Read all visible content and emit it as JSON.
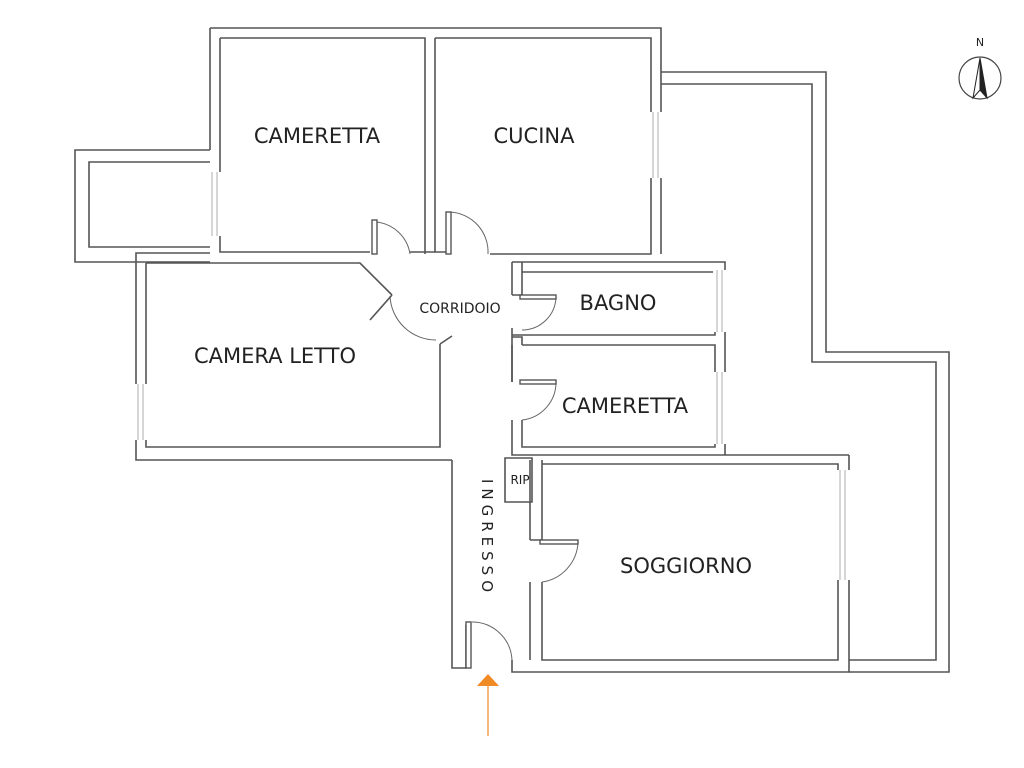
{
  "rooms": {
    "cameretta_top": "CAMERETTA",
    "cucina": "CUCINA",
    "corridoio": "CORRIDOIO",
    "bagno": "BAGNO",
    "camera_letto": "CAMERA LETTO",
    "cameretta_mid": "CAMERETTA",
    "rip": "RIP",
    "ingresso": "INGRESSO",
    "soggiorno": "SOGGIORNO"
  },
  "compass": {
    "label": "N"
  },
  "colors": {
    "entrance_arrow": "#f08a24",
    "walls": "#555555",
    "text": "#222222"
  },
  "icons": {
    "compass": "north-arrow-icon",
    "entrance": "entrance-arrow-icon"
  }
}
